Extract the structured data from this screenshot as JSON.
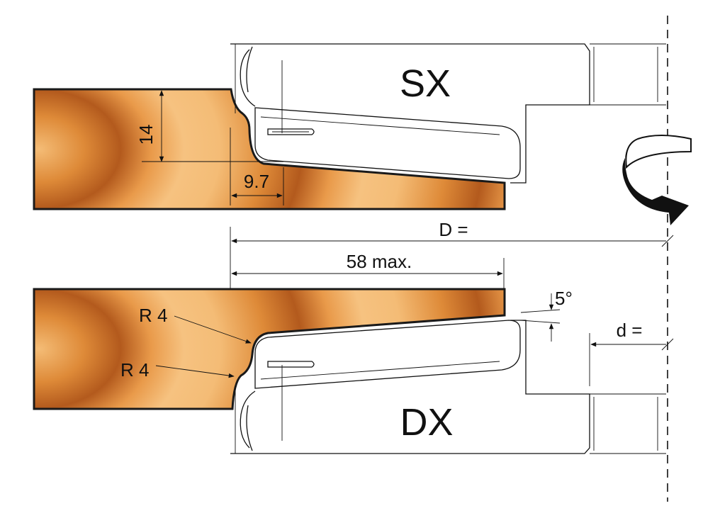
{
  "labels": {
    "top_cutter": "SX",
    "bottom_cutter": "DX",
    "dim_height": "14",
    "dim_depth": "9.7",
    "dim_D": "D =",
    "dim_max": "58 max.",
    "dim_angle": "5°",
    "dim_d": "d =",
    "radius_upper": "R 4",
    "radius_lower": "R 4"
  },
  "colors": {
    "wood_light": "#F2B46A",
    "wood_mid": "#DE8A38",
    "wood_dark": "#B45A1C",
    "line": "#111111"
  },
  "icons": [
    "rotation-arrow-icon"
  ]
}
